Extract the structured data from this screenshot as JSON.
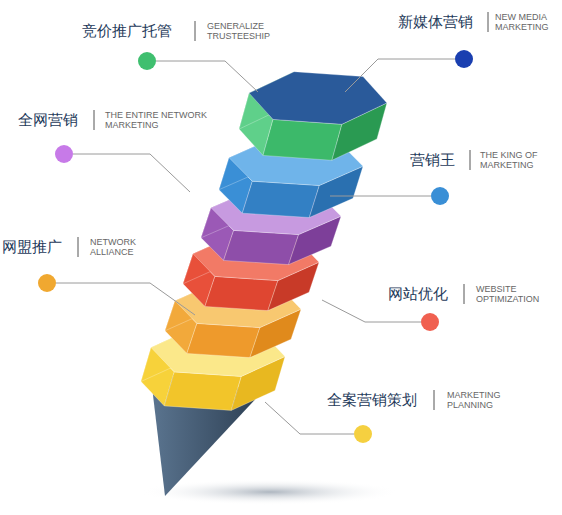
{
  "diagram": {
    "labels": [
      "竞价推广托管",
      "GENERALIZE TRUSTEESHIP",
      "新媒体营销",
      "NEW MEDIA MARKETING",
      "全网营销",
      "THE ENTIRE NETWORK MARKETING",
      "营销王",
      "THE KING OF MARKETING",
      "网盟推广",
      "NETWORK ALLIANCE",
      "网站优化",
      "WEBSITE OPTIMIZATION",
      "全案营销策划",
      "MARKETING PLANNING"
    ]
  }
}
